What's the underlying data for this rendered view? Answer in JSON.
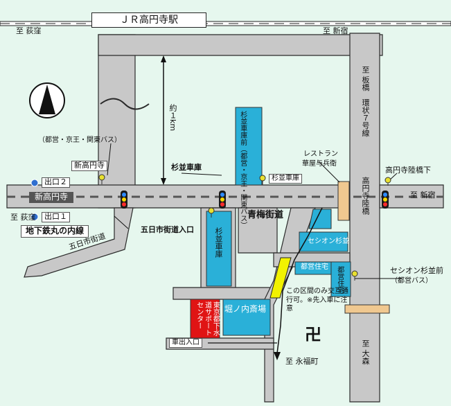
{
  "station_title": "ＪＲ高円寺駅",
  "directions": {
    "ogikubo_top": "至 荻窪",
    "shinjuku_top": "至 新宿",
    "shinjuku_right": "至 新宿",
    "ogikubo_bottom": "至 荻窪",
    "eifukucho": "至 永福町",
    "itabashi_loop7": "至 板橋　環状７号線",
    "omori": "至 大森"
  },
  "distance": "約１km",
  "labels": {
    "bus_operators_top": "（都営・京王・関東バス）",
    "bus_stop_koenji": "新高円寺",
    "exit_2": "出口２",
    "exit_1": "出口１",
    "shin_koenji": "新高円寺",
    "subway_line": "地下鉄丸の内線",
    "itsukaichi_kaido": "五日市街道",
    "itsukaichi_entrance": "五日市街道入口",
    "suginami_garage": "杉並車庫",
    "suginami_garage_mae": "杉並車庫前（都営・京王・関東バス）",
    "suginami_garage_stop": "杉並車庫",
    "restaurant": "レストラン",
    "restaurant_name": "華屋与兵衛",
    "koenji_bridge_stop": "高円寺陸橋下",
    "koenji_bridge": "高円寺陸橋",
    "ome_kaido": "青梅街道",
    "seishin_suginami": "セシオン杉並",
    "toei_housing_1": "都営住宅",
    "toei_housing_2": "都営住宅",
    "seishin_suginami_mae": "セシオン杉並前",
    "toei_bus": "（都営バス）",
    "suginami_garage_building": "杉並車庫",
    "horinouchi": "堀ノ内斎場",
    "center": "東京都下水道サポートセンター",
    "one_way_note": "この区間のみ交互通行可。※先入車に注意",
    "car_entrance": "車出入口",
    "temple_mark": "卍"
  },
  "colors": {
    "background": "#e6f7ee",
    "road": "#c8c8c8",
    "building": "#2ab0d8",
    "highlight": "#e01414",
    "narrow_section": "#f2f200",
    "restaurant": "#f0c890"
  },
  "icons": {
    "north_arrow": "north-arrow-icon",
    "traffic_light": "traffic-light-icon",
    "bus_stop": "bus-stop-icon",
    "subway_exit": "subway-exit-icon"
  }
}
